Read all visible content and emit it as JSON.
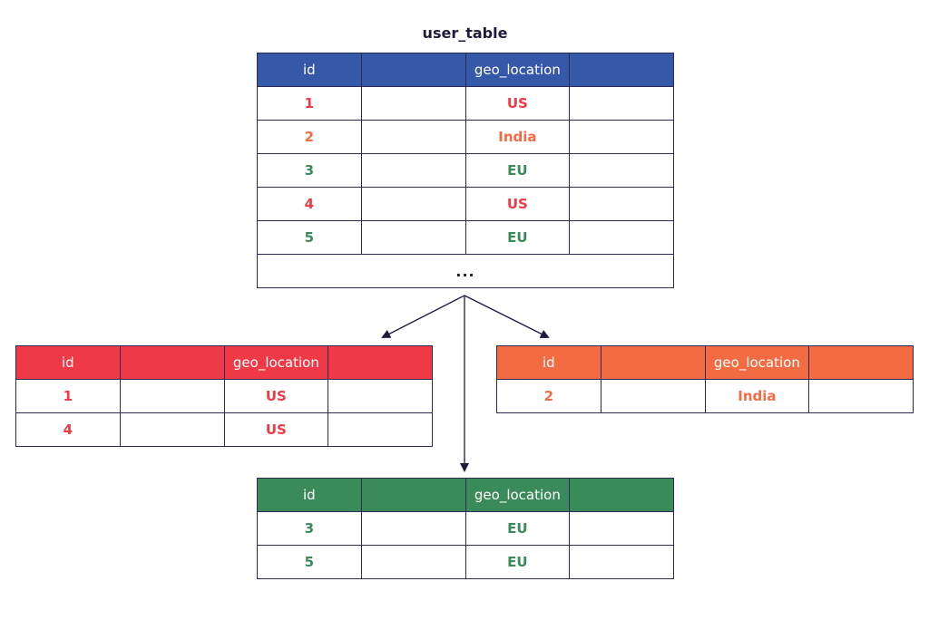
{
  "diagram": {
    "title": "user_table",
    "colors": {
      "blue": "#3658a8",
      "red": "#ef3946",
      "orange": "#f26b43",
      "green": "#3a8a5a",
      "border": "#2b2b55"
    },
    "tables": [
      {
        "id": "source",
        "headers": [
          "id",
          "",
          "geo_location",
          ""
        ],
        "header_color": "#3658a8",
        "rows": [
          {
            "id": "1",
            "geo": "US",
            "color": "#ef3946"
          },
          {
            "id": "2",
            "geo": "India",
            "color": "#f26b43"
          },
          {
            "id": "3",
            "geo": "EU",
            "color": "#3a8a5a"
          },
          {
            "id": "4",
            "geo": "US",
            "color": "#ef3946"
          },
          {
            "id": "5",
            "geo": "EU",
            "color": "#3a8a5a"
          }
        ],
        "ellipsis": "..."
      },
      {
        "id": "us",
        "headers": [
          "id",
          "",
          "geo_location",
          ""
        ],
        "header_color": "#ef3946",
        "rows": [
          {
            "id": "1",
            "geo": "US",
            "color": "#ef3946"
          },
          {
            "id": "4",
            "geo": "US",
            "color": "#ef3946"
          }
        ]
      },
      {
        "id": "india",
        "headers": [
          "id",
          "",
          "geo_location",
          ""
        ],
        "header_color": "#f26b43",
        "rows": [
          {
            "id": "2",
            "geo": "India",
            "color": "#f26b43"
          }
        ]
      },
      {
        "id": "eu",
        "headers": [
          "id",
          "",
          "geo_location",
          ""
        ],
        "header_color": "#3a8a5a",
        "rows": [
          {
            "id": "3",
            "geo": "EU",
            "color": "#3a8a5a"
          },
          {
            "id": "5",
            "geo": "EU",
            "color": "#3a8a5a"
          }
        ]
      }
    ]
  }
}
